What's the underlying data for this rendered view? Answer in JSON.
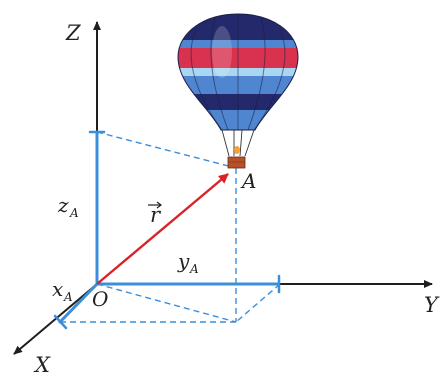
{
  "diagram": {
    "axis_labels": {
      "z": "Z",
      "y": "Y",
      "x": "X"
    },
    "origin_label": "O",
    "point_label": "A",
    "vector_label": "r",
    "component_labels": {
      "z": {
        "base": "z",
        "sub": "A"
      },
      "y": {
        "base": "y",
        "sub": "A"
      },
      "x": {
        "base": "x",
        "sub": "A"
      }
    },
    "colors": {
      "axis": "#1f1f1f",
      "component": "#3b8fd9",
      "vector": "#d8232a",
      "dashed": "#3b8fd9",
      "balloon_red": "#d8324f",
      "balloon_navy": "#23296b",
      "balloon_blue": "#4f86cf",
      "balloon_light": "#a9d7f2"
    }
  }
}
